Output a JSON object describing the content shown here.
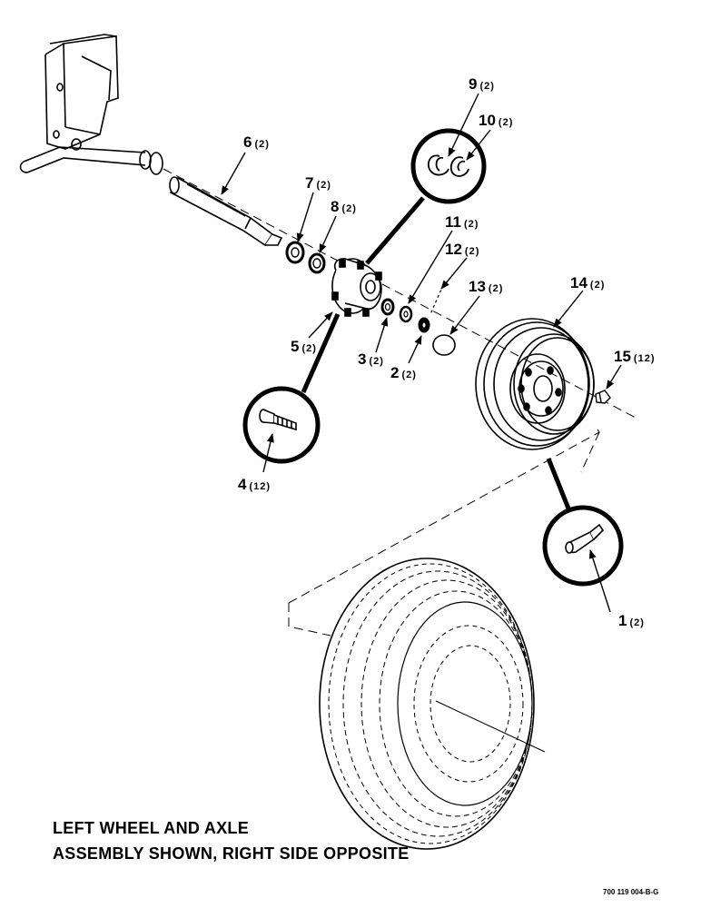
{
  "caption": {
    "line1": "LEFT WHEEL AND AXLE",
    "line2": "ASSEMBLY SHOWN, RIGHT SIDE OPPOSITE"
  },
  "drawing_number": "700 119 004-B-G",
  "parts": [
    {
      "num": "1",
      "qty": "(2)"
    },
    {
      "num": "2",
      "qty": "(2)"
    },
    {
      "num": "3",
      "qty": "(2)"
    },
    {
      "num": "4",
      "qty": "(12)"
    },
    {
      "num": "5",
      "qty": "(2)"
    },
    {
      "num": "6",
      "qty": "(2)"
    },
    {
      "num": "7",
      "qty": "(2)"
    },
    {
      "num": "8",
      "qty": "(2)"
    },
    {
      "num": "9",
      "qty": "(2)"
    },
    {
      "num": "10",
      "qty": "(2)"
    },
    {
      "num": "11",
      "qty": "(2)"
    },
    {
      "num": "12",
      "qty": "(2)"
    },
    {
      "num": "13",
      "qty": "(2)"
    },
    {
      "num": "14",
      "qty": "(2)"
    },
    {
      "num": "15",
      "qty": "(12)"
    }
  ]
}
